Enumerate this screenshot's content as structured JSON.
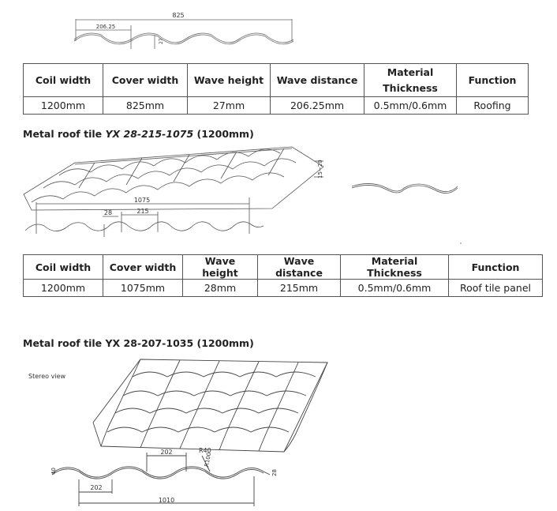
{
  "drawing1": {
    "total": "825",
    "pitch": "206.25",
    "height": "27"
  },
  "table1": {
    "headers": [
      "Coil width",
      "Cover width",
      "Wave height",
      "Wave distance",
      "Material Thickness",
      "Function"
    ],
    "values": [
      "1200mm",
      "825mm",
      "27mm",
      "206.25mm",
      "0.5mm/0.6mm",
      "Roofing"
    ]
  },
  "section2": {
    "title_prefix": "Metal roof tile ",
    "title_model": "YX 28-215-1075",
    "title_suffix": " (1200mm)"
  },
  "drawing2": {
    "total": "1075",
    "height": "28",
    "pitch": "215",
    "side": "15~20"
  },
  "table2": {
    "headers": [
      "Coil width",
      "Cover width",
      "Wave height",
      "Wave distance",
      "Material Thickness",
      "Function"
    ],
    "values": [
      "1200mm",
      "1075mm",
      "28mm",
      "215mm",
      "0.5mm/0.6mm",
      "Roof tile panel"
    ]
  },
  "section3": {
    "title": "Metal roof tile YX 28-207-1035 (1200mm)"
  },
  "drawing3": {
    "stereo_label": "Stereo view",
    "pitch_top": "202",
    "radius_top": "R40",
    "radius_side": "R100",
    "height_left": "40",
    "height_right": "28",
    "pitch_bottom": "202",
    "total": "1010"
  }
}
